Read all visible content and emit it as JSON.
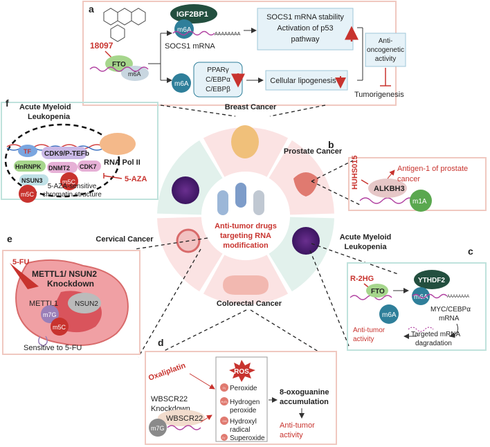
{
  "center": {
    "title_lines": [
      "Anti-tumor drugs",
      "targeting RNA",
      "modification"
    ],
    "ring_labels": {
      "breast": "Breast Cancer",
      "prostate": "Prostate Cancer",
      "aml_right_1": "Acute Myeloid",
      "aml_right_2": "Leukopenia",
      "colorectal": "Colorectal Cancer",
      "cervical": "Cervical Cancer"
    }
  },
  "panel_a": {
    "letter": "a",
    "drug": "18097",
    "fto": "FTO",
    "m6a": "m6A",
    "igf2bp1": "IGF2BP1",
    "socs1_mrna": "SOCS1 mRNA",
    "poly_a": "AAAAAAAA",
    "socs1_box": [
      "SOCS1 mRNA stability",
      "Activation of p53",
      "pathway"
    ],
    "tf_box": [
      "PPARγ",
      "C/EBPα",
      "C/EBPβ"
    ],
    "lipo": "Cellular lipogenesis",
    "anti_box": [
      "Anti-",
      "oncogenetic",
      "activity"
    ],
    "tumorigenesis": "Tumorigenesis"
  },
  "panel_b": {
    "letter": "b",
    "drug": "HUHS015",
    "enzyme": "ALKBH3",
    "mark": "m1A",
    "effect": [
      "Antigen-1 of prostate",
      "cancer"
    ]
  },
  "panel_c": {
    "letter": "c",
    "drug": "R-2HG",
    "fto": "FTO",
    "m6a": "m6A",
    "reader": "YTHDF2",
    "poly_a": "AAAAAAAA",
    "mrna": [
      "MYC/CEBPα",
      "mRNA"
    ],
    "anti": [
      "Anti-tumor",
      "activity"
    ],
    "degradation": [
      "Targeted mRNA",
      "dagradation"
    ]
  },
  "panel_d": {
    "letter": "d",
    "drug": "Oxaliplatin",
    "knockdown": [
      "WBSCR22",
      "Knockdown"
    ],
    "protein": "WBSCR22",
    "mark": "m7G",
    "ros": "ROS",
    "ros_items": [
      [
        "Peroxide"
      ],
      [
        "Hydrogen",
        "peroxide"
      ],
      [
        "Hydroxyl",
        "radical"
      ],
      [
        "Superoxide"
      ]
    ],
    "ros_icons": [
      "O₂",
      "H₂O₂",
      "·OH",
      "O₂⁻"
    ],
    "accum": [
      "8-oxoguanine",
      "accumulation"
    ],
    "anti": [
      "Anti-tumor",
      "activity"
    ]
  },
  "panel_e": {
    "letter": "e",
    "drug": "5-FU",
    "title": [
      "METTL1/ NSUN2",
      "Knockdown"
    ],
    "mettl1": "METTL1",
    "nsun2": "NSUN2",
    "m7g": "m7G",
    "m5c": "m5C",
    "caption": "Sensitive to 5-FU"
  },
  "panel_f": {
    "letter": "f",
    "title": [
      "Acute Myeloid",
      "Leukopenia"
    ],
    "tf": "TF",
    "cdk9": "CDK9/P-TEFb",
    "hnrnpk": "HnRNPK",
    "dnmt2": "DNMT2",
    "cdk7": "CDK7",
    "nsun3": "NSUN3",
    "m5c": "m5C",
    "polii": "RNA Pol II",
    "drug": "5-AZA",
    "caption": [
      "5-AZA-sensitive",
      "chromatin structure"
    ]
  }
}
